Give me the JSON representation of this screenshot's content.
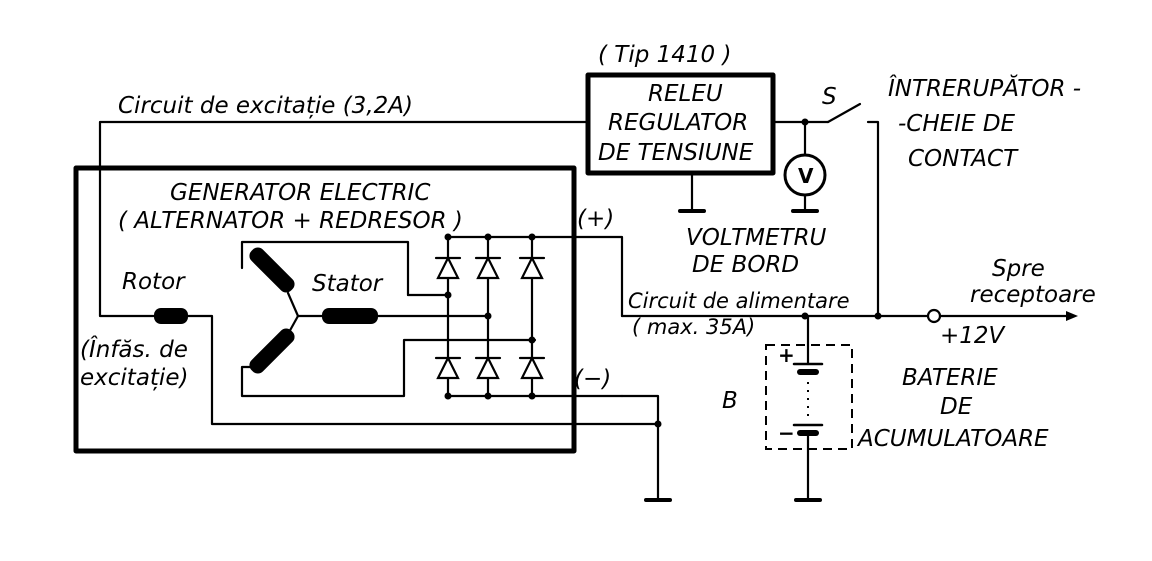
{
  "labels": {
    "tip": "( Tip 1410 )",
    "relay_line1": "RELEU",
    "relay_line2": "REGULATOR",
    "relay_line3": "DE TENSIUNE",
    "switch_s": "S",
    "switch_line1": "ÎNTRERUPĂTOR -",
    "switch_line2": "-CHEIE DE",
    "switch_line3": "CONTACT",
    "excitation_circuit": "Circuit de  excitație  (3,2A)",
    "generator_line1": "GENERATOR  ELECTRIC",
    "generator_line2": "( ALTERNATOR + REDRESOR )",
    "plus_terminal": "(+)",
    "minus_terminal": "(−)",
    "voltmeter_line1": "VOLTMETRU",
    "voltmeter_line2": "DE BORD",
    "voltmeter_symbol": "V",
    "rotor": "Rotor",
    "stator": "Stator",
    "winding_line1": "(Înfăs. de",
    "winding_line2": "excitație)",
    "supply_line1": "Circuit de alimentare",
    "supply_line2": "( max. 35A)",
    "receivers_line1": "Spre",
    "receivers_line2": "receptoare",
    "voltage": "+12V",
    "battery_letter": "B",
    "battery_plus": "+",
    "battery_minus": "−",
    "battery_line1": "BATERIE",
    "battery_line2": "DE",
    "battery_line3": "ACUMULATOARE"
  }
}
